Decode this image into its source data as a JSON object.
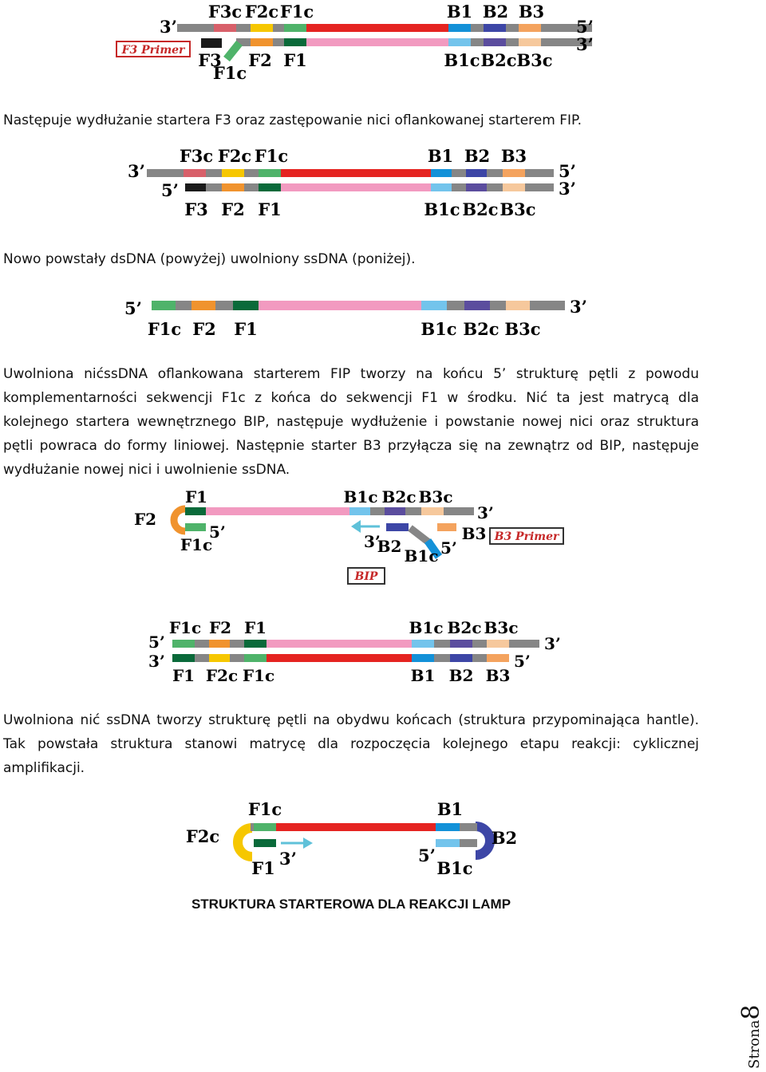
{
  "colors": {
    "gray": "#868686",
    "red": "#e52421",
    "pink": "#f29ac0",
    "f3c": "#d8606a",
    "f2c": "#f6c700",
    "f1c": "#4fb36a",
    "f1": "#0a6a3a",
    "f2": "#f0932e",
    "f3": "#1b1b1b",
    "b1": "#1391d8",
    "b2": "#3d46a6",
    "b3": "#f4a35e",
    "b1c": "#73c4ec",
    "b2c": "#5b4d9e",
    "b3c": "#f6c89c",
    "primer_box": "#c62828",
    "arrow": "#5fc1d9"
  },
  "text": {
    "p1": "Następuje wydłużanie startera F3 oraz zastępowanie nici oflankowanej starterem FIP.",
    "p2": "Nowo powstały dsDNA (powyżej) uwolniony ssDNA (poniżej).",
    "p3": "Uwolniona nićssDNA oflankowana starterem FIP tworzy na końcu 5’ strukturę pętli z powodu komplementarności sekwencji F1c z końca do sekwencji F1 w środku. Nić ta jest matrycą dla kolejnego startera wewnętrznego BIP, następuje wydłużenie i powstanie nowej nici oraz struktura pętli powraca do formy liniowej. Następnie starter B3 przyłącza się na zewnątrz od BIP, następuje wydłużanie nowej nici i uwolnienie ssDNA.",
    "p4": "Uwolniona nić ssDNA tworzy strukturę pętli na obydwu końcach (struktura przypominająca hantle). Tak powstała struktura stanowi matrycę dla rozpoczęcia kolejnego etapu reakcji: cyklicznej amplifikacji.",
    "caption": "STRUKTURA STARTEROWA DLA REAKCJI LAMP",
    "page_word": "Strona",
    "page_num": "8"
  },
  "fig1": {
    "end_top_left": "3’",
    "end_top_right": "5’",
    "end_bottom_right": "3’",
    "top_labels": [
      "F3c",
      "F2c",
      "F1c",
      "B1",
      "B2",
      "B3"
    ],
    "bottom_labels": [
      "F3",
      "F2",
      "F1",
      "B1c",
      "B2c",
      "B3c"
    ],
    "loose_label": "F1c",
    "primer": "F3 Primer"
  },
  "fig2": {
    "end_top_left": "3’",
    "end_bottom_left": "5’",
    "end_top_right": "5’",
    "end_bottom_right": "3’",
    "top_labels": [
      "F3c",
      "F2c",
      "F1c",
      "B1",
      "B2",
      "B3"
    ],
    "bottom_labels": [
      "F3",
      "F2",
      "F1",
      "B1c",
      "B2c",
      "B3c"
    ]
  },
  "fig3": {
    "end_left": "5’",
    "end_right": "3’",
    "labels": [
      "F1c",
      "F2",
      "F1",
      "B1c",
      "B2c",
      "B3c"
    ]
  },
  "fig4": {
    "loop_label": "F2",
    "top_label": "F1",
    "inner_label": "F1c",
    "inner_end": "5’",
    "top_labels": [
      "B1c",
      "B2c",
      "B3c"
    ],
    "end_right": "3’",
    "bip_3": "3’",
    "bip_b2": "B2",
    "bip_b1c": "B1c",
    "bip_5": "5’",
    "b3": "B3",
    "primer": "B3 Primer",
    "bip": "BIP"
  },
  "fig5": {
    "end_top_left": "5’",
    "end_bottom_left": "3’",
    "end_top_right": "3’",
    "end_bottom_right": "5’",
    "top_labels": [
      "F1c",
      "F2",
      "F1",
      "B1c",
      "B2c",
      "B3c"
    ],
    "bottom_labels": [
      "F1",
      "F2c",
      "F1c",
      "B1",
      "B2",
      "B3"
    ]
  },
  "fig6": {
    "f2c": "F2c",
    "f1c": "F1c",
    "f1": "F1",
    "three": "3’",
    "b1": "B1",
    "b2": "B2",
    "five": "5’",
    "b1c": "B1c"
  }
}
